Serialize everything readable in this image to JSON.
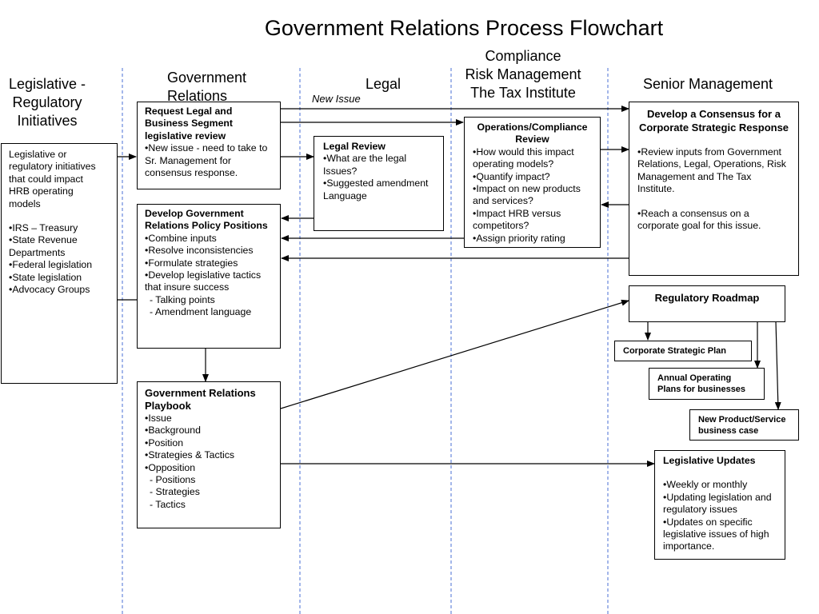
{
  "title": "Government Relations Process Flowchart",
  "lanes": [
    {
      "label": "Legislative -\nRegulatory\nInitiatives"
    },
    {
      "label": "Government\nRelations"
    },
    {
      "label": "Legal"
    },
    {
      "label": "Compliance\nRisk Management\nThe Tax Institute"
    },
    {
      "label": "Senior Management"
    }
  ],
  "new_issue_label": "New Issue",
  "boxes": {
    "legislative": {
      "lines": [
        "Legislative or",
        "regulatory initiatives",
        "that could impact",
        "HRB operating",
        "models"
      ],
      "items": [
        "IRS – Treasury",
        "State Revenue Departments",
        "Federal legislation",
        "State legislation",
        "Advocacy Groups"
      ]
    },
    "request": {
      "title": "Request Legal and Business Segment legislative review",
      "items": [
        "New issue - need to take to Sr. Management for consensus response."
      ]
    },
    "legal_review": {
      "title": "Legal Review",
      "items": [
        "What are the legal Issues?",
        "Suggested amendment Language"
      ]
    },
    "ops_review": {
      "title": "Operations/Compliance Review",
      "items": [
        "How would this impact operating models?",
        "Quantify impact?",
        "Impact on new products and services?",
        "Impact HRB versus competitors?",
        "Assign priority rating"
      ]
    },
    "consensus": {
      "title": "Develop a Consensus for a Corporate Strategic Response",
      "items": [
        "Review inputs from Government Relations, Legal, Operations, Risk Management and The Tax Institute.",
        "Reach a consensus on a corporate goal for this issue."
      ]
    },
    "policy": {
      "title": "Develop Government Relations Policy Positions",
      "items": [
        "Combine inputs",
        "Resolve inconsistencies",
        "Formulate strategies",
        "Develop legislative tactics that insure success"
      ],
      "subitems": [
        "Talking points",
        "Amendment language"
      ]
    },
    "playbook": {
      "title": "Government Relations Playbook",
      "items": [
        "Issue",
        "Background",
        "Position",
        "Strategies & Tactics",
        "Opposition"
      ],
      "subitems": [
        "Positions",
        "Strategies",
        "Tactics"
      ]
    },
    "roadmap": {
      "title": "Regulatory Roadmap"
    },
    "corp_plan": {
      "title": "Corporate Strategic Plan"
    },
    "annual_plans": {
      "title": "Annual Operating Plans for businesses"
    },
    "new_product": {
      "title": "New Product/Service business case"
    },
    "leg_updates": {
      "title": "Legislative Updates",
      "items": [
        "Weekly or monthly",
        "Updating legislation and regulatory issues",
        "Updates on specific legislative issues of high importance."
      ]
    }
  },
  "colors": {
    "lane_divider": "#4a6fd6",
    "border": "#000000",
    "background": "#ffffff"
  }
}
